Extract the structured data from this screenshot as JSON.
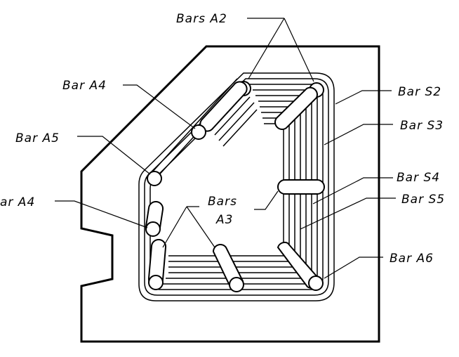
{
  "labels": {
    "bars_a2": "Bars A2",
    "bar_a4_top": "Bar A4",
    "bar_a5": "Bar A5",
    "bar_a4_left": "ar A4",
    "bars_a3_line1": "Bars",
    "bars_a3_line2": "A3",
    "bar_s2": "Bar S2",
    "bar_s3": "Bar S3",
    "bar_s4": "Bar S4",
    "bar_s5": "Bar S5",
    "bar_a6": "Bar A6"
  },
  "colors": {
    "line": "#000000",
    "background": "#ffffff"
  }
}
